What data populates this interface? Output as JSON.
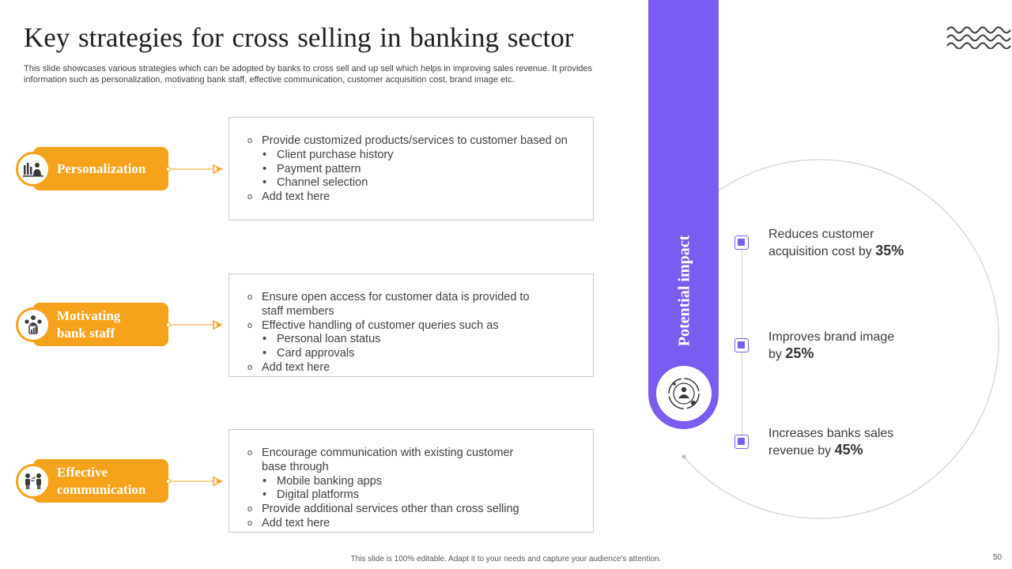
{
  "header": {
    "title": "Key strategies  for cross selling  in banking sector",
    "subtitle": "This slide showcases various strategies which can be adopted by banks to cross sell and up sell which helps in improving sales revenue. It provides information such as personalization, motivating bank staff, effective communication, customer acquisition cost, brand image etc."
  },
  "strategies": [
    {
      "label": "Personalization",
      "icon": "presentation-icon",
      "bullets": [
        {
          "level": 1,
          "text": "Provide customized products/services to customer based on"
        },
        {
          "level": 2,
          "text": "Client purchase history"
        },
        {
          "level": 2,
          "text": "Payment pattern"
        },
        {
          "level": 2,
          "text": "Channel selection"
        },
        {
          "level": 1,
          "text": "Add text here"
        }
      ]
    },
    {
      "label": "Motivating bank staff",
      "icon": "team-growth-icon",
      "bullets": [
        {
          "level": 1,
          "text": "Ensure open access for customer data is provided to staff members"
        },
        {
          "level": 1,
          "text": "Effective handling  of customer queries such as"
        },
        {
          "level": 2,
          "text": "Personal loan status"
        },
        {
          "level": 2,
          "text": "Card approvals"
        },
        {
          "level": 1,
          "text": "Add text here"
        }
      ]
    },
    {
      "label": "Effective communication",
      "icon": "people-conversation-icon",
      "bullets": [
        {
          "level": 1,
          "text": "Encourage communication with existing customer base through"
        },
        {
          "level": 2,
          "text": "Mobile banking apps"
        },
        {
          "level": 2,
          "text": "Digital platforms"
        },
        {
          "level": 1,
          "text": "Provide additional services other than cross selling"
        },
        {
          "level": 1,
          "text": "Add text here"
        }
      ]
    }
  ],
  "impact": {
    "heading": "Potential impact",
    "icon": "user-cycle-icon",
    "items": [
      {
        "text": "Reduces customer acquisition cost by",
        "value": "35%"
      },
      {
        "text": "Improves brand image by",
        "value": "25%"
      },
      {
        "text": "Increases banks sales revenue  by",
        "value": "45%"
      }
    ]
  },
  "footer": {
    "note": "This slide is 100% editable. Adapt it to your needs and capture your audience's attention.",
    "page": "50"
  },
  "colors": {
    "accent_orange": "#f7a21b",
    "accent_purple": "#7b5cf0"
  }
}
